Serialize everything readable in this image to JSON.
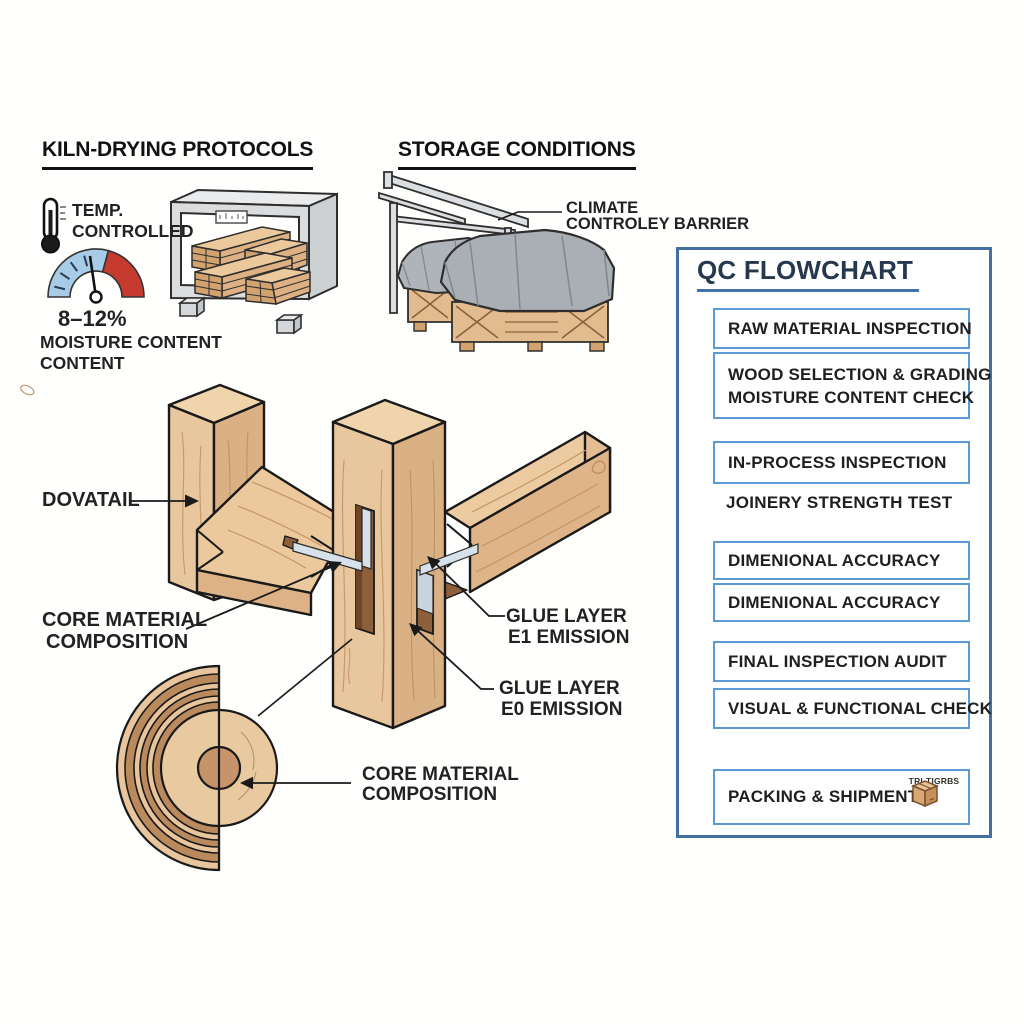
{
  "kiln": {
    "title": "KILN-DRYING PROTOCOLS",
    "temp_line1": "TEMP.",
    "temp_line2": "CONTROLLED",
    "moisture_range": "8–12%",
    "moisture_line1": "MOISTURE CONTENT",
    "moisture_line2": "CONTENT"
  },
  "storage": {
    "title": "STORAGE CONDITIONS",
    "climate_line1": "CLIMATE",
    "climate_line2": "CONTROLEY BARRIER"
  },
  "joint": {
    "dovetail_label": "DOVATAIL",
    "core_label_line1": "CORE MATERIAL",
    "core_label_line2": "COMPOSITION",
    "glue_e1_line1": "GLUE LAYER",
    "glue_e1_line2": "E1 EMISSION",
    "glue_e0_line1": "GLUE LAYER",
    "glue_e0_line2": "E0 EMISSION",
    "core2_label_line1": "CORE MATERIAL",
    "core2_label_line2": "COMPOSITION"
  },
  "flowchart": {
    "title": "QC FLOWCHART",
    "steps": [
      {
        "label": "RAW MATERIAL INSPECTION"
      },
      {
        "label": "WOOD SELECTION & GRADING",
        "label2": "MOISTURE CONTENT CHECK"
      },
      {
        "label": "IN-PROCESS INSPECTION"
      },
      {
        "label": "JOINERY STRENGTH TEST"
      },
      {
        "label": "DIMENIONAL ACCURACY"
      },
      {
        "label": "DIMENIONAL ACCURACY"
      },
      {
        "label": "FINAL INSPECTION AUDIT"
      },
      {
        "label": "VISUAL & FUNCTIONAL CHECK"
      },
      {
        "label": "PACKING & SHIPMENT"
      }
    ],
    "shipment_brand": "TRI-TIGRBS"
  },
  "colors": {
    "flow_outer_border": "#4470A1",
    "flow_inner_border": "#5B9BD5",
    "flow_arrow": "#4273A8",
    "wood_light": "#E9C79E",
    "wood_mid": "#DEB488",
    "wood_dark": "#D3A87A",
    "slot_brown": "#8E5F3B",
    "glue_blue": "#D7E1EA",
    "gauge_blue": "#A8CBE7",
    "gauge_red": "#C73A30",
    "tarp_gray": "#A9AFB5",
    "frame_gray": "#DADCDE"
  }
}
